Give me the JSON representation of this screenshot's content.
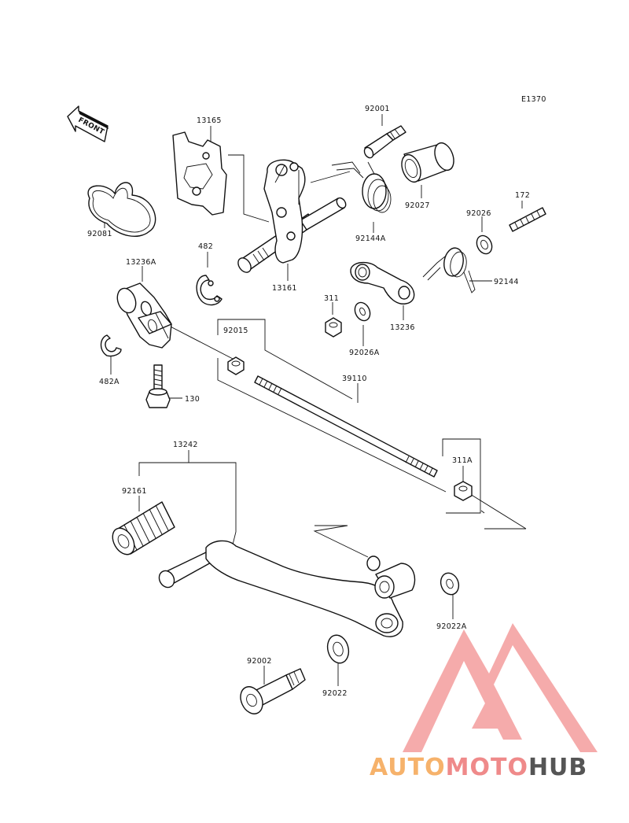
{
  "diagram_code": "E1370",
  "front_label": "FRONT",
  "parts": {
    "p13165": "13165",
    "p92001": "92001",
    "p92081": "92081",
    "p92027": "92027",
    "p172": "172",
    "p92026": "92026",
    "p92144A": "92144A",
    "p482": "482",
    "p13161": "13161",
    "p13236A": "13236A",
    "p311": "311",
    "p92144": "92144",
    "p92026A": "92026A",
    "p13236": "13236",
    "p92015": "92015",
    "p482A": "482A",
    "p39110": "39110",
    "p130": "130",
    "p13242": "13242",
    "p311A": "311A",
    "p92161": "92161",
    "p92022A": "92022A",
    "p92002": "92002",
    "p92022": "92022"
  },
  "watermark": {
    "part1": "AUTO",
    "part2": "MOTO",
    "part3": "HUB",
    "color1": "#f6b26b",
    "color2": "#ef8a8a",
    "color3": "#555555",
    "logo_color": "#f4a3a3"
  }
}
